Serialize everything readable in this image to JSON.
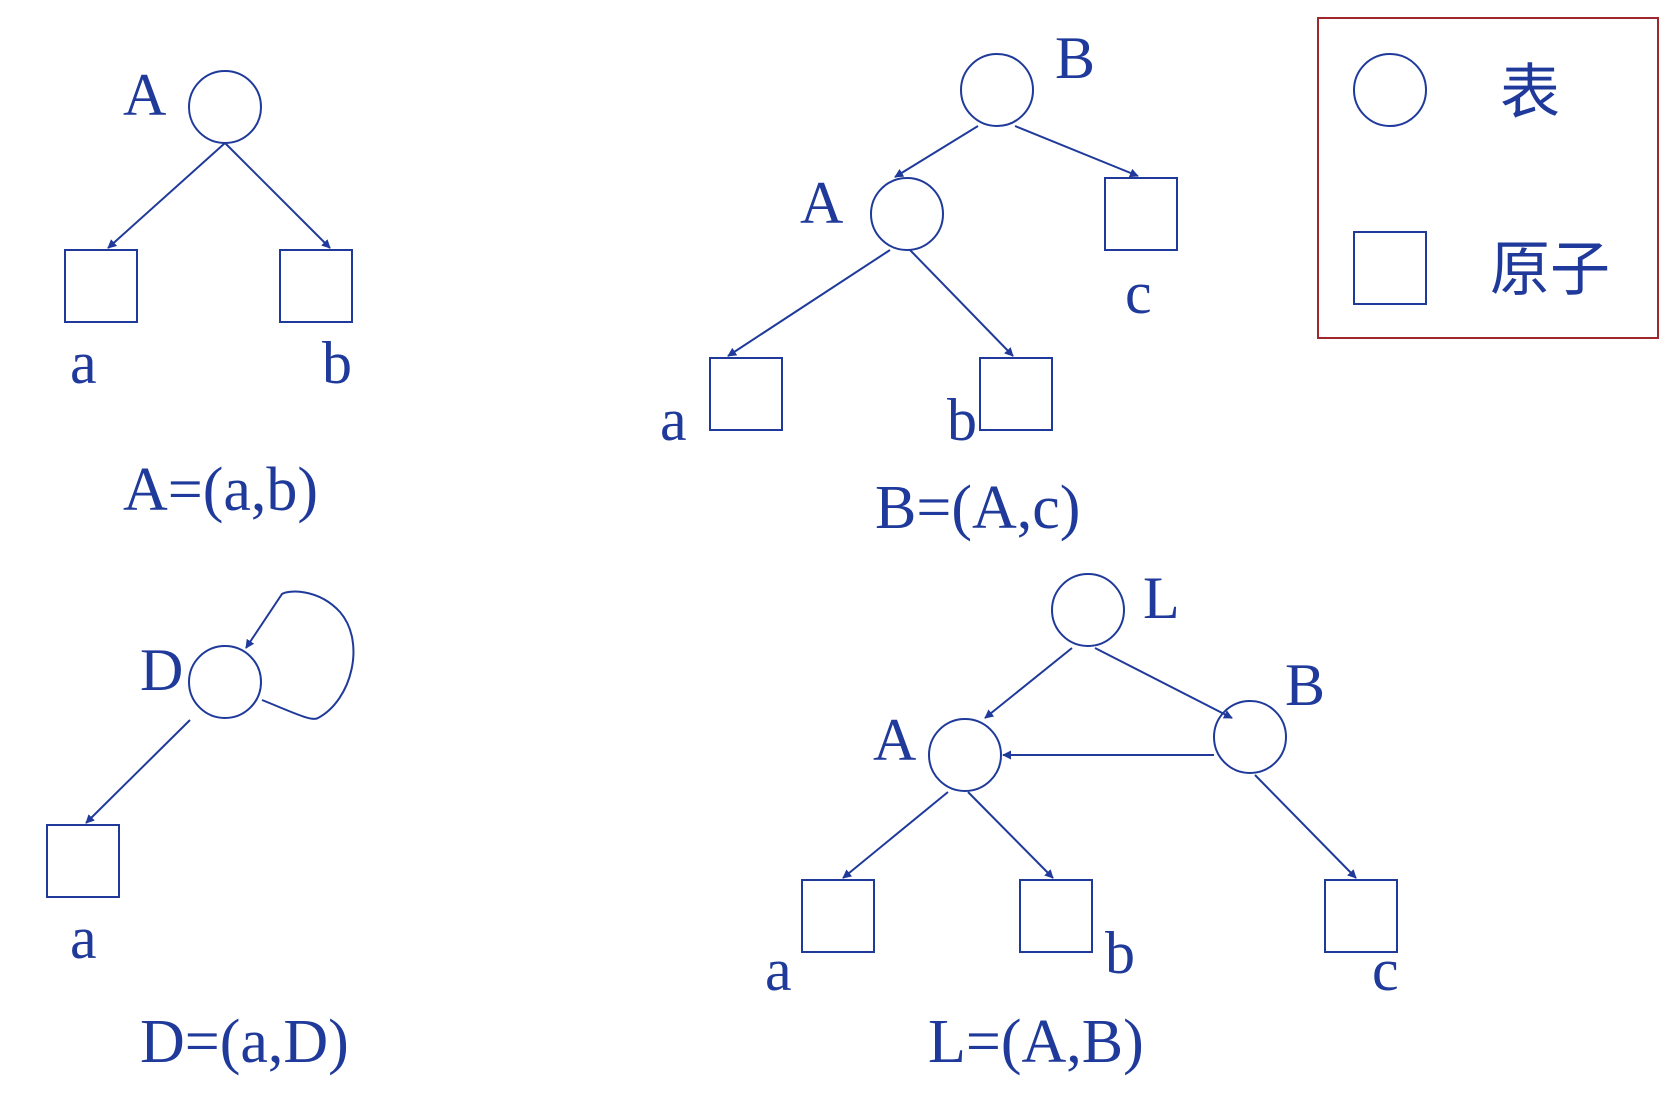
{
  "colors": {
    "ink": "#1f3a9a",
    "legend_border": "#a0282d",
    "background": "#ffffff"
  },
  "legend": {
    "list_label": "表",
    "atom_label": "原子"
  },
  "diagrams": {
    "A": {
      "node": "A",
      "leaves": [
        "a",
        "b"
      ],
      "formula": "A=(a,b)"
    },
    "B": {
      "root": "B",
      "child": "A",
      "leaves": [
        "a",
        "b",
        "c"
      ],
      "formula": "B=(A,c)"
    },
    "D": {
      "node": "D",
      "leaves": [
        "a"
      ],
      "formula": "D=(a,D)"
    },
    "L": {
      "root": "L",
      "children": [
        "A",
        "B"
      ],
      "leaves": [
        "a",
        "b",
        "c"
      ],
      "formula": "L=(A,B)"
    }
  }
}
